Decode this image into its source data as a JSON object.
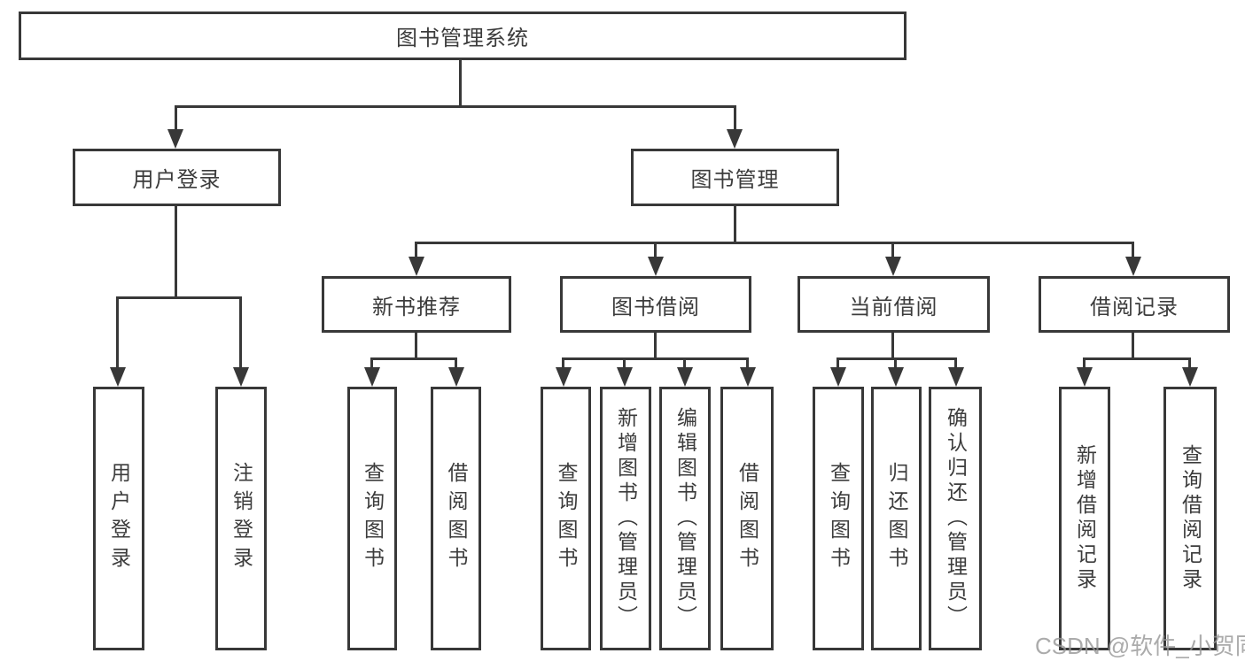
{
  "diagram": {
    "title": "图书管理系统",
    "level2": {
      "user_login": "用户登录",
      "book_management": "图书管理"
    },
    "level3": {
      "new_book_recommend": "新书推荐",
      "book_borrow": "图书借阅",
      "current_borrow": "当前借阅",
      "borrow_records": "借阅记录"
    },
    "leaves": {
      "login": "用户登录",
      "logout": "注销登录",
      "nb_query_books": "查询图书",
      "nb_borrow_books": "借阅图书",
      "bb_query_books": "查询图书",
      "bb_add_books": "新增图书（管理员）",
      "bb_edit_books": "编辑图书（管理员）",
      "bb_borrow_books": "借阅图书",
      "cb_query_books": "查询图书",
      "cb_return_books": "归还图书",
      "cb_confirm_return": "确认归还（管理员）",
      "br_add_record": "新增借阅记录",
      "br_query_record": "查询借阅记录"
    }
  },
  "watermark": "CSDN @软件_小贺同学",
  "colors": {
    "line": "#383838",
    "text": "#3c3c3c",
    "background": "#ffffff",
    "watermark": "#969696"
  }
}
